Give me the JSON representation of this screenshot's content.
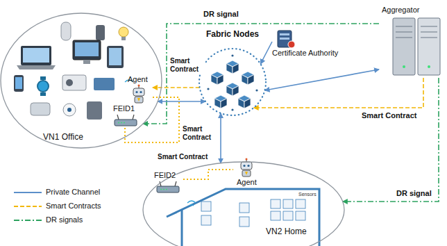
{
  "diagram": {
    "nodes": [
      {
        "text": [
          "VN1 Office"
        ]
      },
      {
        "text": [
          "Agent"
        ],
        "in": 0
      },
      {
        "text": [
          "FEID1"
        ],
        "in": 0
      },
      {
        "text": [
          "Fabric Nodes"
        ]
      },
      {
        "text": [
          "Certificate Authority"
        ]
      },
      {
        "text": [
          "Aggregator"
        ]
      },
      {
        "text": [
          "VN2 Home"
        ]
      },
      {
        "text": [
          "FEID2"
        ],
        "in": 6
      },
      {
        "text": [
          "Agent"
        ],
        "in": 6
      }
    ],
    "edges": [
      {
        "from": 5,
        "to": 0,
        "arrow": "to",
        "label": "DR signal"
      },
      {
        "from": 0,
        "to": 3,
        "arrow": "both"
      },
      {
        "from": 3,
        "to": 1,
        "arrow": "to",
        "label": "Smart Contract"
      },
      {
        "from": 1,
        "to": 2,
        "arrow": "none",
        "label": "Smart Contract"
      },
      {
        "from": 3,
        "to": 6,
        "arrow": "both"
      },
      {
        "from": 5,
        "to": 3,
        "arrow": "both"
      },
      {
        "from": 5,
        "to": 3,
        "arrow": "to",
        "label": "Smart Contract"
      },
      {
        "from": 5,
        "to": 6,
        "arrow": "to",
        "label": "DR signal"
      },
      {
        "from": 7,
        "to": 8,
        "arrow": "none",
        "label": "Smart Contract"
      },
      {
        "from": 4,
        "to": 3,
        "arrow": "to"
      }
    ],
    "labels": [
      "Sensors"
    ],
    "legend": [
      {
        "text": "Private Channel"
      },
      {
        "text": "Smart Contracts"
      },
      {
        "text": "DR signals"
      }
    ]
  }
}
